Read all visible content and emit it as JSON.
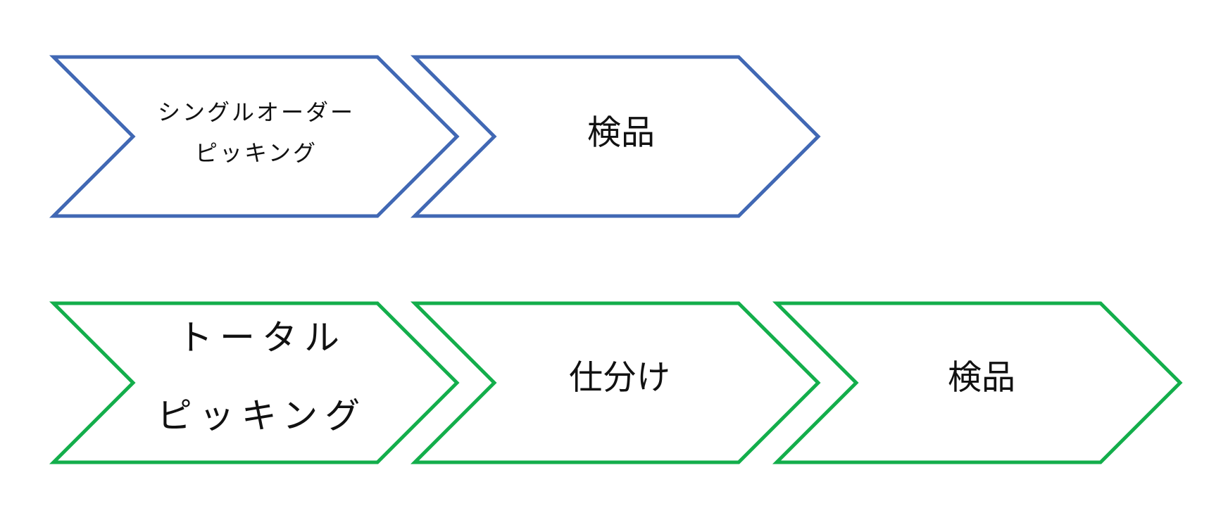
{
  "rows": {
    "single": {
      "color": "#4168b4",
      "steps": [
        {
          "line1": "シングルオーダー",
          "line2": "ピッキング"
        },
        {
          "label": "検品"
        }
      ]
    },
    "total": {
      "color": "#13ae4b",
      "steps": [
        {
          "line1": "トータル",
          "line2": "ピッキング"
        },
        {
          "label": "仕分け"
        },
        {
          "label": "検品"
        }
      ]
    }
  }
}
